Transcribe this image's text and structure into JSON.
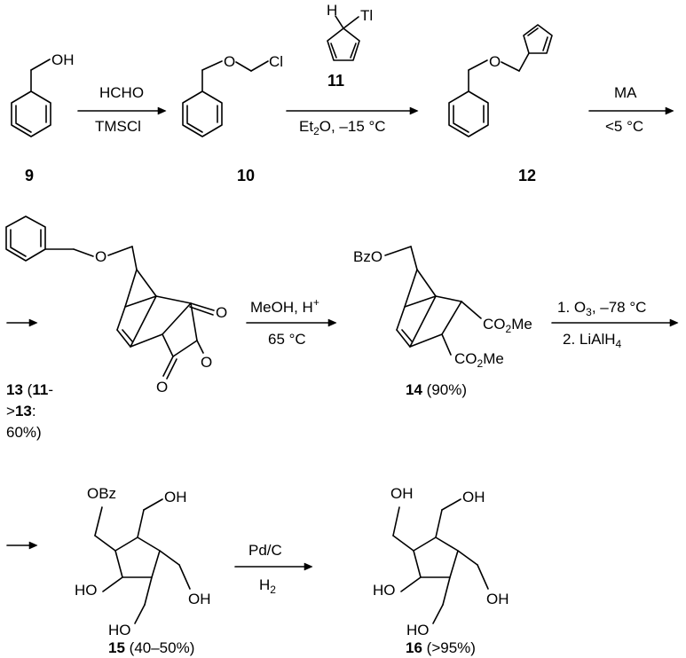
{
  "atoms": {
    "oh": "OH",
    "o": "O",
    "cl": "Cl",
    "tl": "Tl",
    "h": "H",
    "bzo": "BzO",
    "obz": "OBz",
    "ho": "HO",
    "co2me": "CO",
    "sub2": "2",
    "me": "Me"
  },
  "compounds": {
    "c9": "9",
    "c10": "10",
    "c11": "11",
    "c12": "12",
    "c13": "13",
    "c13_open": "(",
    "c13_ref11": "11",
    "c13_dash": "-",
    "c13_gt": ">",
    "c13_ref13": "13",
    "c13_colon": ":",
    "c13_yield": "60%)",
    "c14": "14",
    "c14_yield": "(90%)",
    "c15": "15",
    "c15_yield": "(40–50%)",
    "c16": "16",
    "c16_yield": "(>95%)"
  },
  "conditions": {
    "step1_top": "HCHO",
    "step1_bottom": "TMSCl",
    "step2_bottom_a": "Et",
    "step2_bottom_sub": "2",
    "step2_bottom_b": "O, –15 °C",
    "step3_top": "MA",
    "step3_bottom": "<5 °C",
    "step4_top_a": "MeOH, H",
    "step4_top_sup": "+",
    "step4_bottom": "65 °C",
    "step5_top_a": "1. O",
    "step5_top_sub": "3",
    "step5_top_b": ", –78 °C",
    "step5_bottom_a": "2. LiAlH",
    "step5_bottom_sub": "4",
    "step6_top": "Pd/C",
    "step6_bottom_a": "H",
    "step6_bottom_sub": "2"
  }
}
